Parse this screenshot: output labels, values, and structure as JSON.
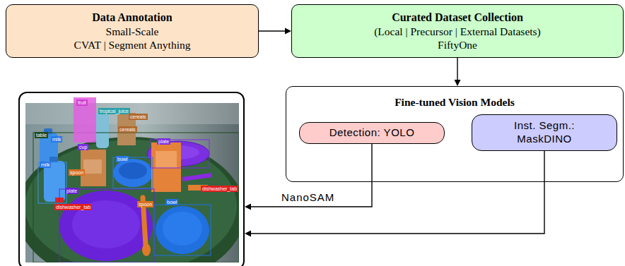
{
  "diagram": {
    "nodes": [
      {
        "text": [
          "Data Annotation",
          "Small-Scale",
          "CVAT | Segment Anything"
        ]
      },
      {
        "text": [
          "Curated Dataset Collection",
          "(Local | Precursor | External Datasets)",
          "FiftyOne"
        ]
      },
      {
        "text": [
          "Fine-tuned Vision Models"
        ]
      },
      {
        "text": [
          "Detection: YOLO"
        ],
        "in": 2
      },
      {
        "text": [
          "Inst. Segm.: MaskDINO"
        ],
        "in": 2
      },
      {
        "text": [
          "fruit",
          "tropical_juice",
          "cereals",
          "cereals",
          "table",
          "milk",
          "cup",
          "plate",
          "bowl",
          "milk",
          "spoon",
          "plate",
          "dishwasher_tab",
          "dishwasher_tab",
          "spoon",
          "bowl"
        ]
      }
    ],
    "edges": [
      {
        "from": 0,
        "to": 1,
        "arrow": "to"
      },
      {
        "from": 1,
        "to": 2,
        "arrow": "to"
      },
      {
        "from": 3,
        "to": 5,
        "label": "NanoSAM",
        "arrow": "to"
      },
      {
        "from": 4,
        "to": 5,
        "arrow": "to"
      }
    ]
  }
}
